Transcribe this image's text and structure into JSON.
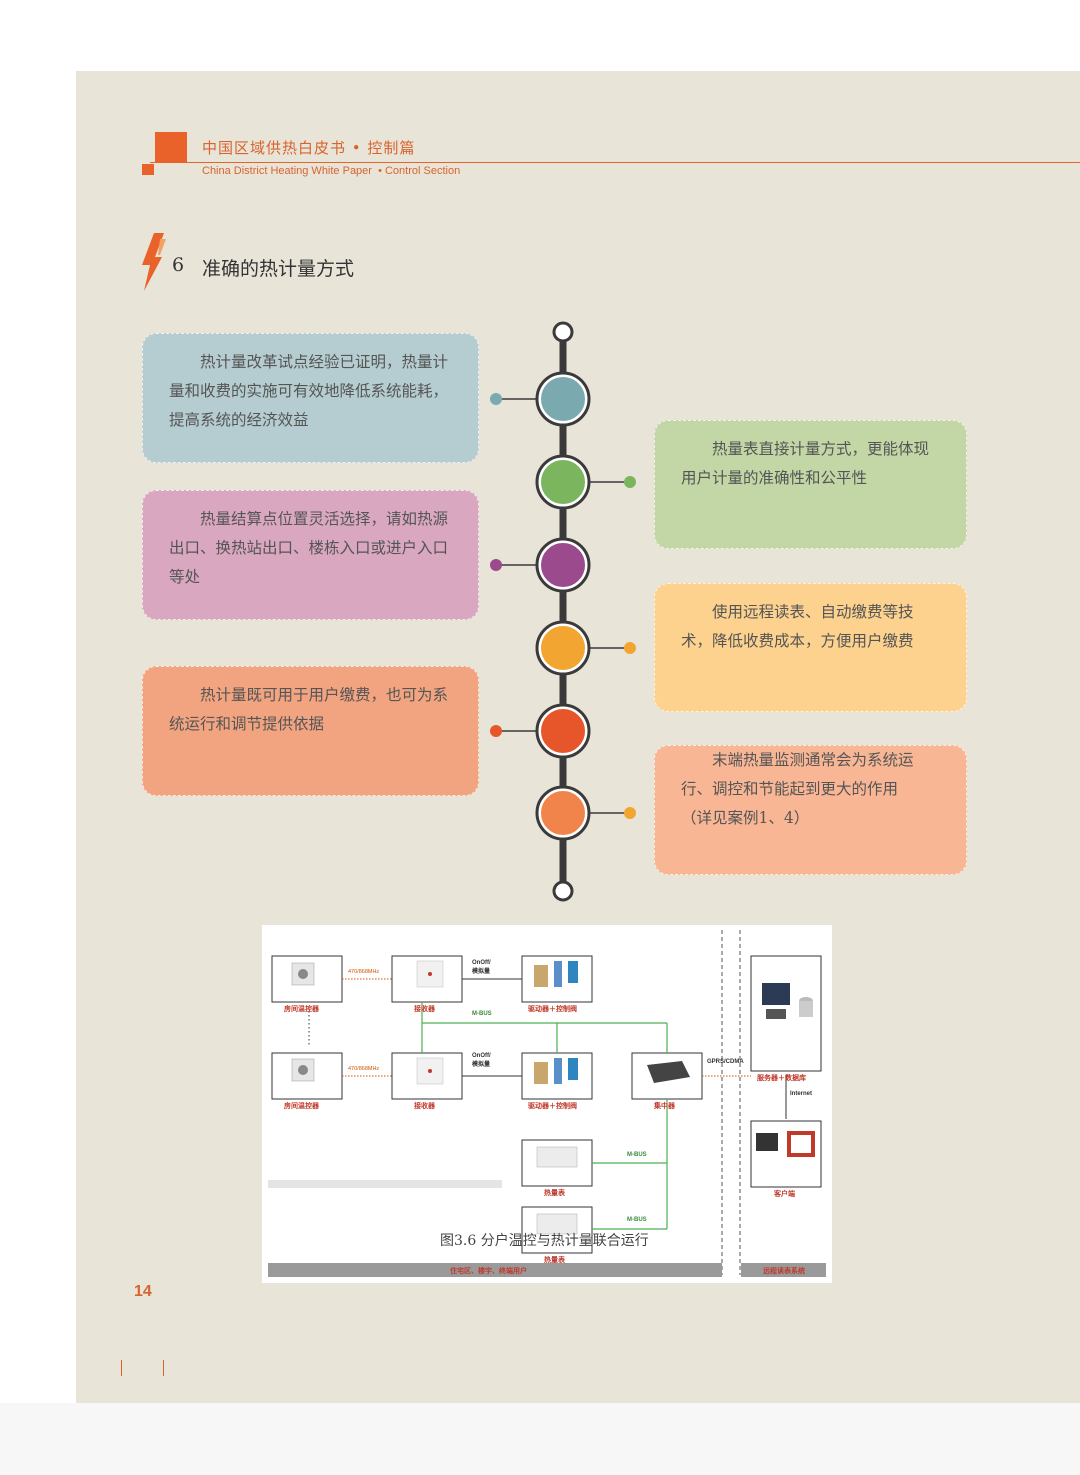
{
  "header": {
    "title_cn": "中国区域供热白皮书 • 控制篇",
    "title_en": "China District Heating White Paper  • Control Section"
  },
  "section": {
    "number": "6",
    "title": "准确的热计量方式"
  },
  "colors": {
    "accent": "#e9622a",
    "blue": "#7aa9b0",
    "green": "#7bb55d",
    "purple": "#9b4a8e",
    "orange": "#f3a532",
    "red": "#e7562a",
    "salmon": "#f0844a"
  },
  "cards": [
    {
      "text": "热计量改革试点经验已证明，热量计量和收费的实施可有效地降低系统能耗，提高系统的经济效益"
    },
    {
      "text": "热量结算点位置灵活选择，请如热源出口、换热站出口、楼栋入口或进户入口等处"
    },
    {
      "text": "热计量既可用于用户缴费，也可为系统运行和调节提供依据"
    },
    {
      "text": "热量表直接计量方式，更能体现用户计量的准确性和公平性"
    },
    {
      "text": "使用远程读表、自动缴费等技术，降低收费成本，方便用户缴费"
    },
    {
      "text": "末端热量监测通常会为系统运行、调控和节能起到更大的作用",
      "note": "（详见案例1、4）"
    }
  ],
  "figure": {
    "caption": "图3.6  分户温控与热计量联合运行",
    "labels": {
      "room_ctrl_1": "房间温控器",
      "room_ctrl_2": "房间温控器",
      "receiver_1": "接收器",
      "receiver_2": "接收器",
      "actuator_1": "驱动器＋控制阀",
      "actuator_2": "驱动器＋控制阀",
      "concentrator": "集中器",
      "meter_1": "热量表",
      "meter_2": "热量表",
      "server": "服务器＋数据库",
      "client": "客户端",
      "freq_1": "470/868MHz",
      "freq_2": "470/868MHz",
      "onoff_1": "OnOff/\n模拟量",
      "onoff_2": "OnOff/\n模拟量",
      "mbus_1": "M-BUS",
      "mbus_2": "M-BUS",
      "mbus_3": "M-BUS",
      "gprs": "GPRS/CDMA",
      "internet": "Internet",
      "zone_left": "住宅区、楼宇、终端用户",
      "zone_right": "远程读表系统"
    }
  },
  "page_number": "14"
}
